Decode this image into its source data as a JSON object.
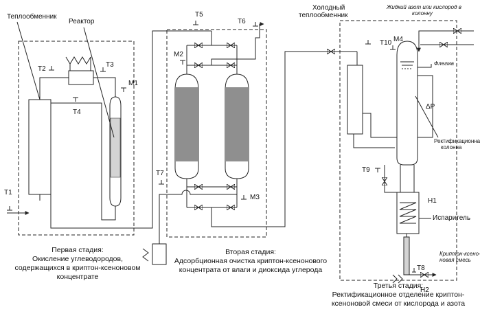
{
  "labels": {
    "heat_exchanger": "Теплообменник",
    "reactor": "Реактор",
    "cold_hx_1": "Холодный",
    "cold_hx_2": "теплообменник",
    "liquid_n2_1": "Жидкий азот или кислород в",
    "liquid_n2_2": "колонну",
    "reflux": "Флегма",
    "column_1": "Ректификационная",
    "column_2": "колонна",
    "evaporator": "Испаритель",
    "kr_xe_1": "Криптон-ксено-",
    "kr_xe_2": "новая смесь",
    "dp": "ΔP"
  },
  "tags": {
    "t1": "T1",
    "t2": "T2",
    "t3": "T3",
    "t4": "T4",
    "t5": "T5",
    "t6": "T6",
    "t7": "T7",
    "t8": "T8",
    "t9": "T9",
    "t10": "T10",
    "m1": "M1",
    "m2": "M2",
    "m3": "M3",
    "m4": "M4",
    "h1": "H1",
    "h2": "H2"
  },
  "captions": {
    "stage1": [
      "Первая стадия:",
      "Окисление углеводородов,",
      "содержащихся в криптон-ксеноновом",
      "концентрате"
    ],
    "stage2": [
      "Вторая стадия:",
      "Адсорбционная очистка криптон-ксенонового",
      "концентрата от влаги и диоксида углерода"
    ],
    "stage3": [
      "Третья стадия:",
      "Ректификационное отделение криптон-",
      "ксеноновой смеси от кислорода и азота"
    ]
  }
}
